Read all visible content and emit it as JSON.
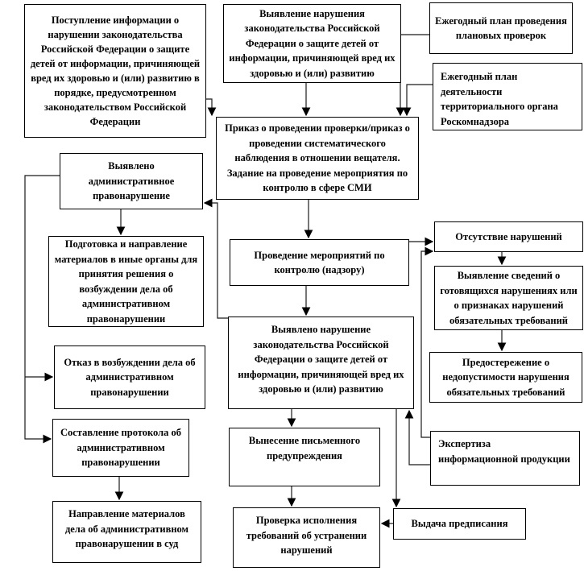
{
  "diagram": {
    "description": "Flowchart of Roskomnadzor control procedure for violations of RF child-protection information law",
    "colors": {
      "background": "#ffffff",
      "box_border": "#000000",
      "connector_line": "#1a1a1a",
      "text": "#000000"
    },
    "nodes": {
      "incoming_info": {
        "label": "Поступление информации о нарушении законодательства Российской Федерации о защите детей от информации, причиняющей вред их здоровью и (или) развитию в порядке, предусмотренном законодательством Российской Федерации"
      },
      "violation_detection": {
        "label": "Выявление нарушения законодательства Российской Федерации о защите детей от информации, причиняющей вред их здоровью и (или) развитию"
      },
      "annual_inspection_plan": {
        "label": "Ежегодный план проведения плановых проверок"
      },
      "annual_activity_plan": {
        "label": "Ежегодный план деятельности территориального органа Роскомнадзора"
      },
      "order": {
        "label": "Приказ о проведении проверки/приказ о проведении систематического наблюдения в отношении вещателя. Задание на проведение мероприятия по контролю в сфере СМИ"
      },
      "admin_offense_found": {
        "label": "Выявлено административное правонарушение"
      },
      "materials_to_other_bodies": {
        "label": "Подготовка и направление материалов в иные органы для принятия решения о возбуждении дела об административном правонарушении"
      },
      "refusal_to_initiate": {
        "label": "Отказ в возбуждении дела об административном правонарушении"
      },
      "protocol_drawing": {
        "label": "Составление протокола об административном правонарушении"
      },
      "materials_to_court": {
        "label": "Направление материалов дела об административном правонарушении в суд"
      },
      "control_activities": {
        "label": "Проведение мероприятий по контролю (надзору)"
      },
      "violation_found": {
        "label": "Выявлено нарушение законодательства Российской Федерации о защите детей от информации, причиняющей вред их здоровью и (или) развитию"
      },
      "written_warning": {
        "label": "Вынесение письменного предупреждения"
      },
      "compliance_check": {
        "label": "Проверка исполнения требований об устранении нарушений"
      },
      "no_violations": {
        "label": "Отсутствие нарушений"
      },
      "impending_violations": {
        "label": "Выявление сведений о готовящихся нарушениях или о признаках нарушений обязательных требований"
      },
      "warning_caution": {
        "label": "Предостережение о недопустимости нарушения обязательных требований"
      },
      "expertise": {
        "label": "Экспертиза информационной продукции"
      },
      "prescription_issue": {
        "label": "Выдача предписания"
      }
    },
    "edges": [
      {
        "from": "incoming_info",
        "to": "order"
      },
      {
        "from": "violation_detection",
        "to": "order"
      },
      {
        "from": "annual_inspection_plan",
        "to": "order"
      },
      {
        "from": "annual_activity_plan",
        "to": "order"
      },
      {
        "from": "order",
        "to": "control_activities"
      },
      {
        "from": "control_activities",
        "to": "violation_found"
      },
      {
        "from": "control_activities",
        "to": "no_violations"
      },
      {
        "from": "no_violations",
        "to": "impending_violations"
      },
      {
        "from": "impending_violations",
        "to": "warning_caution"
      },
      {
        "from": "violation_found",
        "to": "admin_offense_found"
      },
      {
        "from": "admin_offense_found",
        "to": "materials_to_other_bodies"
      },
      {
        "from": "admin_offense_found",
        "to": "refusal_to_initiate"
      },
      {
        "from": "admin_offense_found",
        "to": "protocol_drawing"
      },
      {
        "from": "protocol_drawing",
        "to": "materials_to_court"
      },
      {
        "from": "violation_found",
        "to": "written_warning"
      },
      {
        "from": "written_warning",
        "to": "compliance_check"
      },
      {
        "from": "violation_found",
        "to": "prescription_issue"
      },
      {
        "from": "prescription_issue",
        "to": "compliance_check"
      },
      {
        "from": "expertise",
        "to": "violation_found"
      },
      {
        "from": "expertise",
        "to": "no_violations"
      }
    ]
  }
}
